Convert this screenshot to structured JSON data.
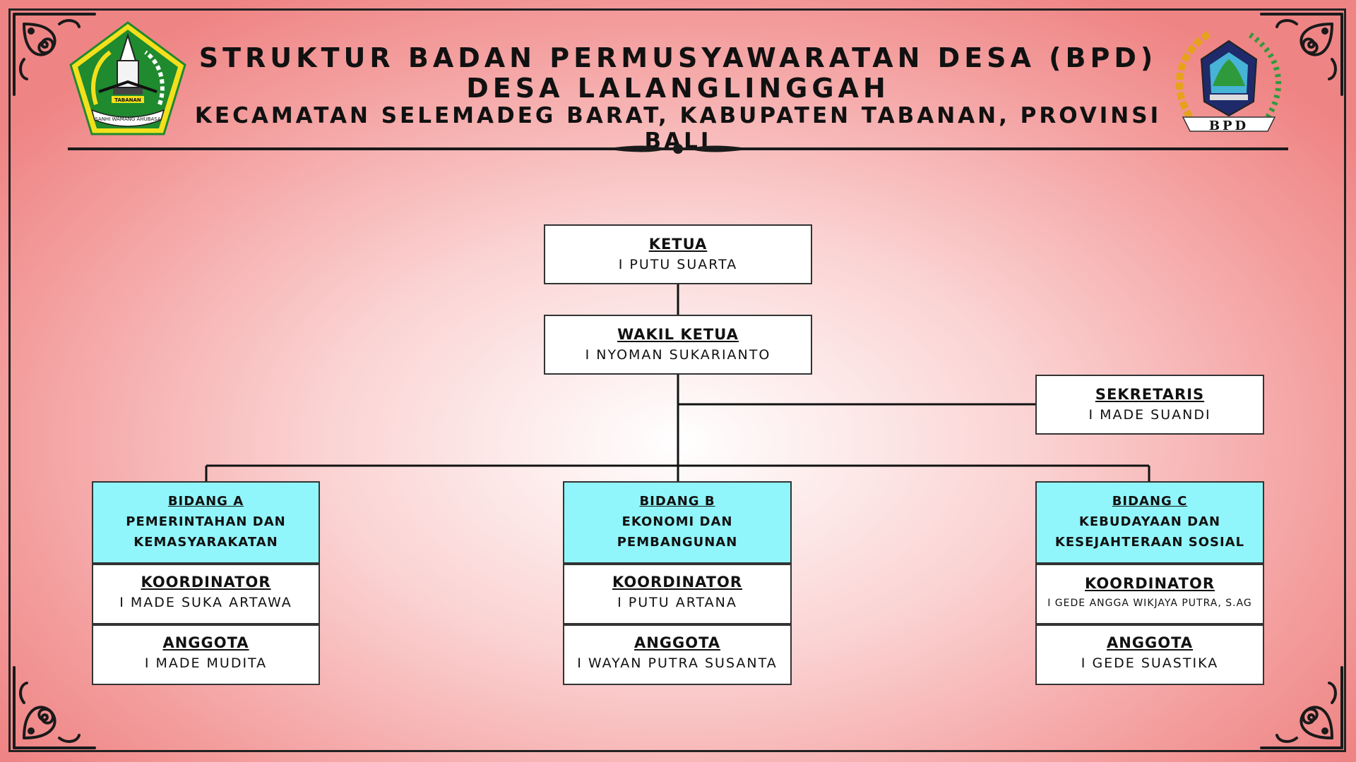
{
  "header": {
    "title_line1": "STRUKTUR BADAN PERMUSYAWARATAN DESA (BPD)",
    "title_line2": "DESA LALANGLINGGAH",
    "title_line3": "KECAMATAN SELEMADEG BARAT, KABUPATEN TABANAN, PROVINSI BALI",
    "logo_left_text_top": "TABANAN",
    "logo_left_text_bottom": "SANHI WAMANG AHUBASA",
    "logo_right_text": "BPD"
  },
  "org": {
    "ketua": {
      "role": "KETUA",
      "name": "I PUTU SUARTA"
    },
    "wakil_ketua": {
      "role": "WAKIL KETUA",
      "name": "I NYOMAN SUKARIANTO"
    },
    "sekretaris": {
      "role": "SEKRETARIS",
      "name": "I MADE SUANDI"
    },
    "bidang": [
      {
        "name": "BIDANG A",
        "desc1": "PEMERINTAHAN DAN",
        "desc2": "KEMASYARAKATAN",
        "koordinator_role": "KOORDINATOR",
        "koordinator_name": "I MADE SUKA ARTAWA",
        "anggota_role": "ANGGOTA",
        "anggota_name": "I MADE MUDITA"
      },
      {
        "name": "BIDANG B",
        "desc1": "EKONOMI DAN",
        "desc2": "PEMBANGUNAN",
        "koordinator_role": "KOORDINATOR",
        "koordinator_name": "I PUTU ARTANA",
        "anggota_role": "ANGGOTA",
        "anggota_name": "I WAYAN PUTRA SUSANTA"
      },
      {
        "name": "BIDANG C",
        "desc1": "KEBUDAYAAN DAN",
        "desc2": "KESEJAHTERAAN SOSIAL",
        "koordinator_role": "KOORDINATOR",
        "koordinator_name": "I GEDE ANGGA WIKJAYA PUTRA, S.AG",
        "anggota_role": "ANGGOTA",
        "anggota_name": "I GEDE SUASTIKA"
      }
    ]
  },
  "colors": {
    "bidang_fill": "#90f6fb",
    "background_edge": "#ef8484",
    "background_center": "#ffffff",
    "logo_left_green": "#1f8a2e",
    "logo_left_yellow": "#f3e01c"
  },
  "icons": [
    "corner-ornament-icon",
    "tabanan-emblem-icon",
    "bpd-emblem-icon",
    "divider-ornament-icon"
  ]
}
